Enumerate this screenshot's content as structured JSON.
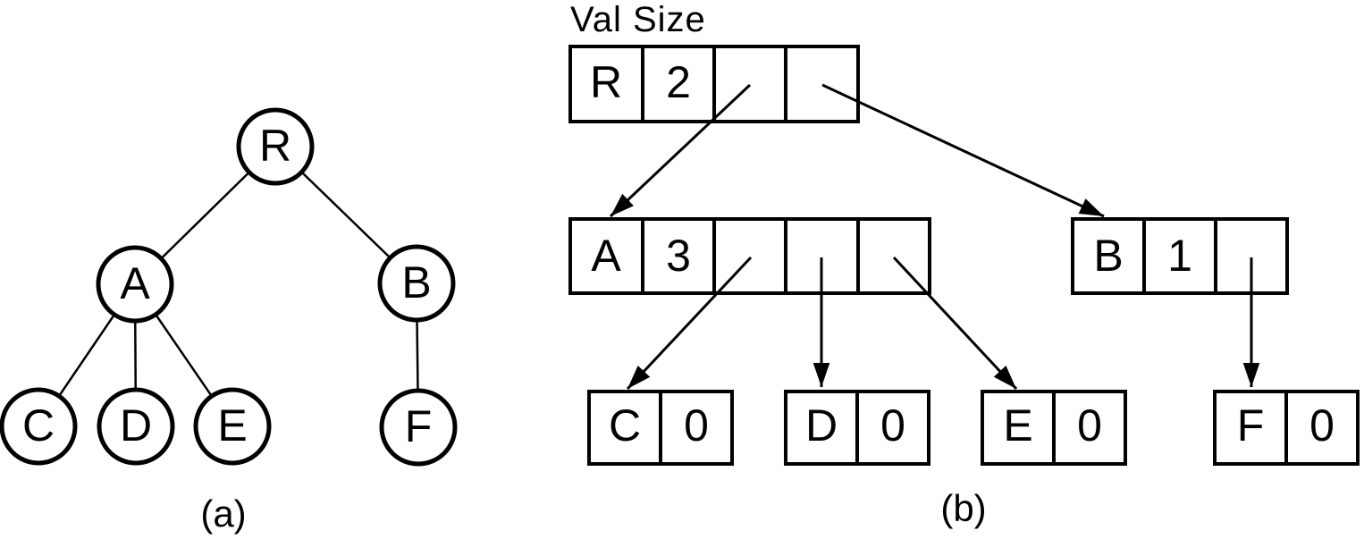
{
  "figure": {
    "colors": {
      "ink": "#000000",
      "background": "#ffffff"
    },
    "panel_a": {
      "caption": "(a)",
      "nodes": [
        {
          "label": "R"
        },
        {
          "label": "A"
        },
        {
          "label": "B"
        },
        {
          "label": "C"
        },
        {
          "label": "D"
        },
        {
          "label": "E"
        },
        {
          "label": "F"
        }
      ],
      "edges": [
        {
          "from": "R",
          "to": "A"
        },
        {
          "from": "R",
          "to": "B"
        },
        {
          "from": "A",
          "to": "C"
        },
        {
          "from": "A",
          "to": "D"
        },
        {
          "from": "A",
          "to": "E"
        },
        {
          "from": "B",
          "to": "F"
        }
      ]
    },
    "panel_b": {
      "caption": "(b)",
      "column_header": "Val Size",
      "records": [
        {
          "val": "R",
          "size": "2",
          "pointer_cells": 2,
          "points_to": [
            "A",
            "B"
          ]
        },
        {
          "val": "A",
          "size": "3",
          "pointer_cells": 3,
          "points_to": [
            "C",
            "D",
            "E"
          ]
        },
        {
          "val": "B",
          "size": "1",
          "pointer_cells": 1,
          "points_to": [
            "F"
          ]
        },
        {
          "val": "C",
          "size": "0",
          "pointer_cells": 0,
          "points_to": []
        },
        {
          "val": "D",
          "size": "0",
          "pointer_cells": 0,
          "points_to": []
        },
        {
          "val": "E",
          "size": "0",
          "pointer_cells": 0,
          "points_to": []
        },
        {
          "val": "F",
          "size": "0",
          "pointer_cells": 0,
          "points_to": []
        }
      ]
    }
  }
}
